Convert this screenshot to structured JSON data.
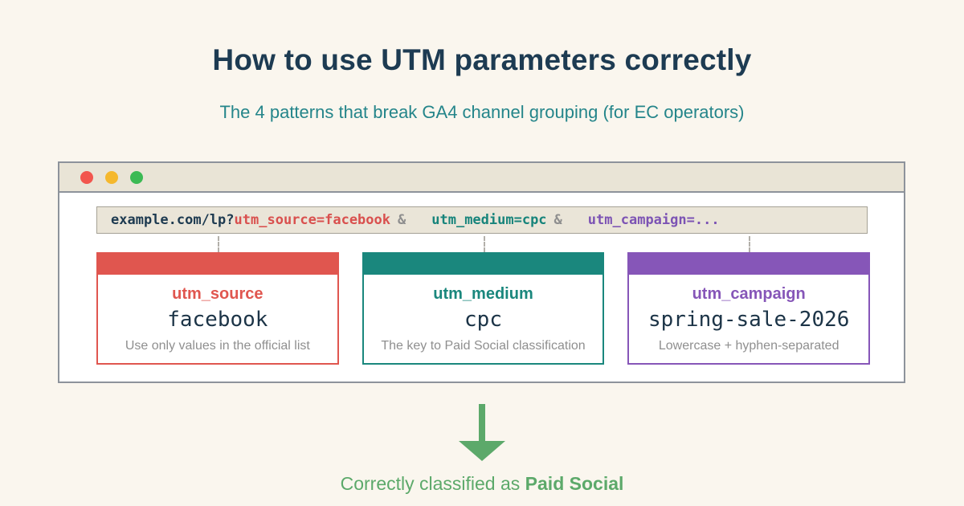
{
  "page": {
    "title": "How to use UTM parameters correctly",
    "subtitle": "The 4 patterns that break GA4 channel grouping (for EC operators)",
    "background_color": "#faf6ee",
    "title_color": "#1d3b52",
    "subtitle_color": "#24858a"
  },
  "browser": {
    "traffic_lights": [
      {
        "name": "close",
        "color": "#f2564e"
      },
      {
        "name": "minimize",
        "color": "#f5b82d"
      },
      {
        "name": "maximize",
        "color": "#3cba54"
      }
    ],
    "url_segments": {
      "base": "example.com/lp?",
      "source": "utm_source=facebook",
      "amp1": "&",
      "medium": "utm_medium=cpc",
      "amp2": "&",
      "campaign": "utm_campaign=..."
    },
    "url_colors": {
      "base": "#1d3a50",
      "source": "#d9504e",
      "amp": "#8e8e8e",
      "medium": "#17847b",
      "campaign": "#7c53b4"
    }
  },
  "cards": [
    {
      "param": "utm_source",
      "value": "facebook",
      "caption": "Use only values in the official list",
      "color": "#e0564f"
    },
    {
      "param": "utm_medium",
      "value": "cpc",
      "caption": "The key to Paid Social classification",
      "color": "#1a877d"
    },
    {
      "param": "utm_campaign",
      "value": "spring-sale-2026",
      "caption": "Lowercase + hyphen-separated",
      "color": "#8656b8"
    }
  ],
  "result": {
    "prefix": "Correctly classified as ",
    "channel": "Paid Social",
    "color": "#5ca96a"
  }
}
